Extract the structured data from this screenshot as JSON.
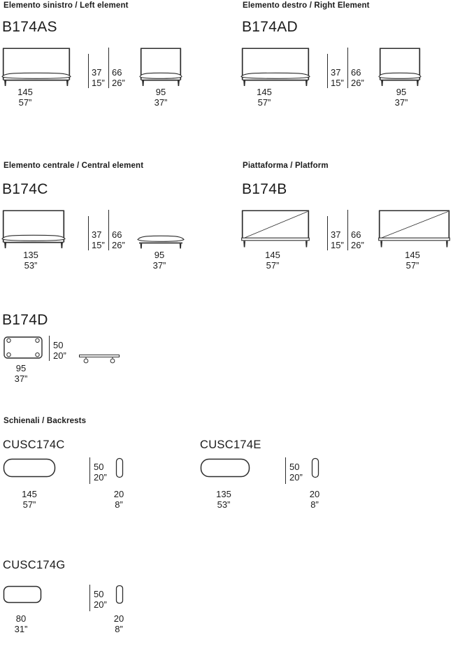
{
  "left_element": {
    "header": "Elemento sinistro / Left element",
    "code": "B174AS",
    "front_width": {
      "cm": "145",
      "in": "57”"
    },
    "seat_height": {
      "cm": "37",
      "in": "15”"
    },
    "total_height": {
      "cm": "66",
      "in": "26”"
    },
    "depth": {
      "cm": "95",
      "in": "37”"
    }
  },
  "right_element": {
    "header": "Elemento destro / Right Element",
    "code": "B174AD",
    "front_width": {
      "cm": "145",
      "in": "57”"
    },
    "seat_height": {
      "cm": "37",
      "in": "15”"
    },
    "total_height": {
      "cm": "66",
      "in": "26”"
    },
    "depth": {
      "cm": "95",
      "in": "37”"
    }
  },
  "central_element": {
    "header": "Elemento centrale / Central element",
    "code": "B174C",
    "front_width": {
      "cm": "135",
      "in": "53”"
    },
    "seat_height": {
      "cm": "37",
      "in": "15”"
    },
    "total_height": {
      "cm": "66",
      "in": "26”"
    },
    "depth": {
      "cm": "95",
      "in": "37”"
    }
  },
  "platform": {
    "header": "Piattaforma / Platform",
    "code": "B174B",
    "front_width": {
      "cm": "145",
      "in": "57”"
    },
    "seat_height": {
      "cm": "37",
      "in": "15”"
    },
    "total_height": {
      "cm": "66",
      "in": "26”"
    },
    "side_width": {
      "cm": "145",
      "in": "57”"
    }
  },
  "pouf": {
    "code": "B174D",
    "depth": {
      "cm": "50",
      "in": "20”"
    },
    "width": {
      "cm": "95",
      "in": "37”"
    }
  },
  "backrests": {
    "header": "Schienali / Backrests",
    "cusc174c": {
      "code": "CUSC174C",
      "height": {
        "cm": "50",
        "in": "20”"
      },
      "width": {
        "cm": "145",
        "in": "57”"
      },
      "thickness": {
        "cm": "20",
        "in": "8”"
      }
    },
    "cusc174e": {
      "code": "CUSC174E",
      "height": {
        "cm": "50",
        "in": "20”"
      },
      "width": {
        "cm": "135",
        "in": "53”"
      },
      "thickness": {
        "cm": "20",
        "in": "8”"
      }
    },
    "cusc174g": {
      "code": "CUSC174G",
      "height": {
        "cm": "50",
        "in": "20”"
      },
      "width": {
        "cm": "80",
        "in": "31”"
      },
      "thickness": {
        "cm": "20",
        "in": "8”"
      }
    }
  }
}
